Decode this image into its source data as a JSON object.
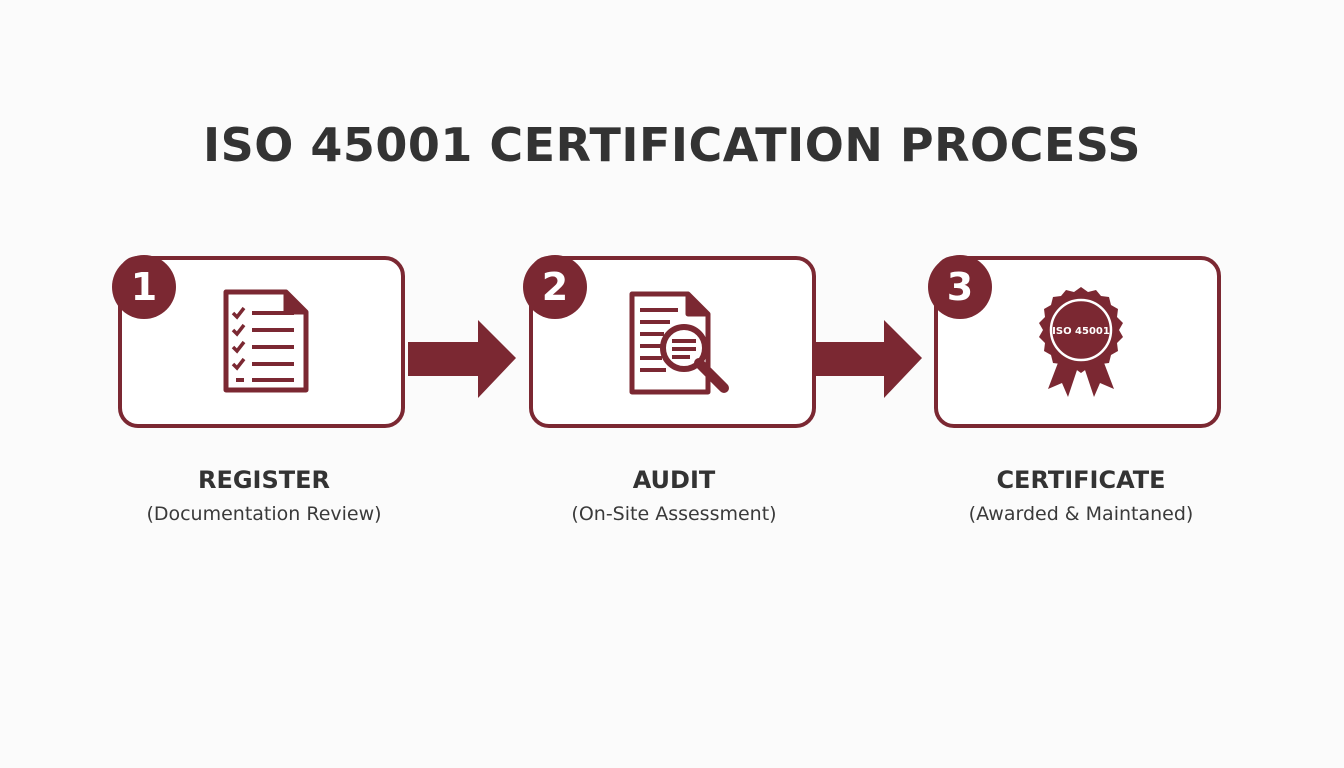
{
  "title": "ISO 45001 CERTIFICATION PROCESS",
  "colors": {
    "accent": "#7b2832",
    "text": "#333333",
    "background": "#fbfbfb"
  },
  "steps": [
    {
      "number": "1",
      "name": "REGISTER",
      "subtitle": "(Documentation Review)",
      "icon": "checklist-document-icon"
    },
    {
      "number": "2",
      "name": "AUDIT",
      "subtitle": "(On-Site Assessment)",
      "icon": "document-magnifier-icon"
    },
    {
      "number": "3",
      "name": "CERTIFICATE",
      "subtitle": "(Awarded & Maintaned)",
      "icon": "award-seal-icon",
      "seal_text": "ISO 45001"
    }
  ]
}
